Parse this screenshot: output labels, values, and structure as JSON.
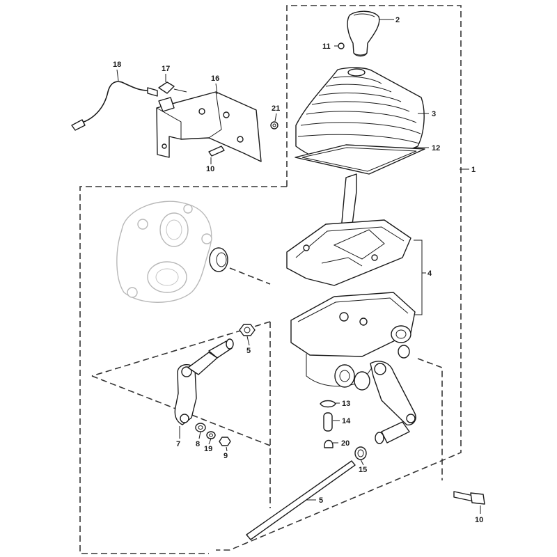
{
  "callouts": [
    {
      "id": "c1",
      "label": "1"
    },
    {
      "id": "c2",
      "label": "2"
    },
    {
      "id": "c3",
      "label": "3"
    },
    {
      "id": "c4",
      "label": "4"
    },
    {
      "id": "c5a",
      "label": "5"
    },
    {
      "id": "c5b",
      "label": "5"
    },
    {
      "id": "c7",
      "label": "7"
    },
    {
      "id": "c8",
      "label": "8"
    },
    {
      "id": "c9",
      "label": "9"
    },
    {
      "id": "c10a",
      "label": "10"
    },
    {
      "id": "c10b",
      "label": "10"
    },
    {
      "id": "c11",
      "label": "11"
    },
    {
      "id": "c12",
      "label": "12"
    },
    {
      "id": "c13",
      "label": "13"
    },
    {
      "id": "c14",
      "label": "14"
    },
    {
      "id": "c15",
      "label": "15"
    },
    {
      "id": "c16",
      "label": "16"
    },
    {
      "id": "c17",
      "label": "17"
    },
    {
      "id": "c18",
      "label": "18"
    },
    {
      "id": "c19",
      "label": "19"
    },
    {
      "id": "c20",
      "label": "20"
    },
    {
      "id": "c21",
      "label": "21"
    }
  ]
}
